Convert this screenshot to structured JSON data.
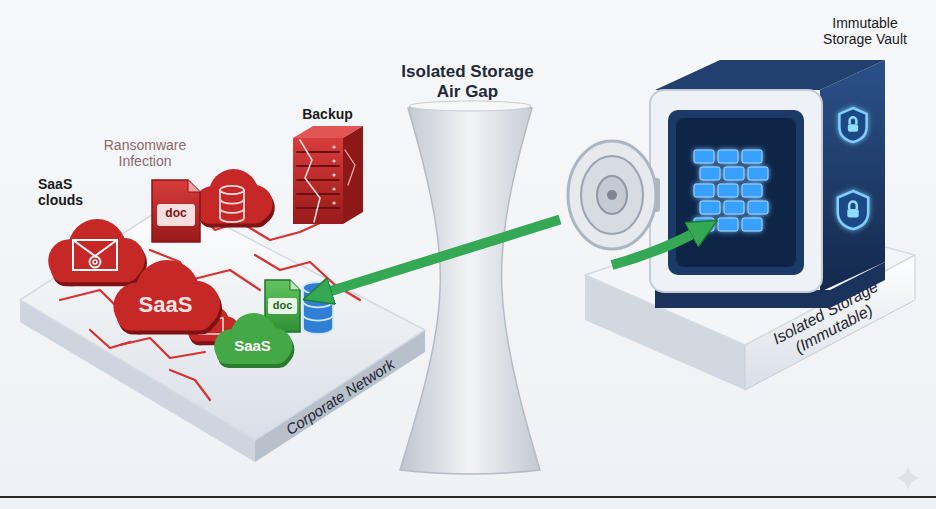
{
  "diagram": {
    "nodes": [
      {
        "text": [
          "Corporate Network"
        ]
      },
      {
        "text": [
          "SaaS clouds"
        ],
        "in": 0
      },
      {
        "text": [
          "doc"
        ],
        "in": 0
      },
      {
        "text": [
          "SaaS"
        ],
        "in": 0
      },
      {
        "text": [
          "doc"
        ],
        "in": 0
      },
      {
        "text": [
          "SaaS"
        ],
        "in": 0
      },
      {
        "text": [
          "Backup"
        ],
        "in": 0
      },
      {
        "text": [
          "Isolated Storage Air Gap"
        ]
      },
      {
        "text": [
          "Isolated Storage (Immutable)"
        ]
      },
      {
        "text": [
          "Immutable Storage Vault"
        ],
        "in": 8
      }
    ],
    "edges": [
      {
        "from": 9,
        "to": 4,
        "arrow": "to"
      }
    ],
    "labels": [
      "Ransomware Infection"
    ]
  }
}
